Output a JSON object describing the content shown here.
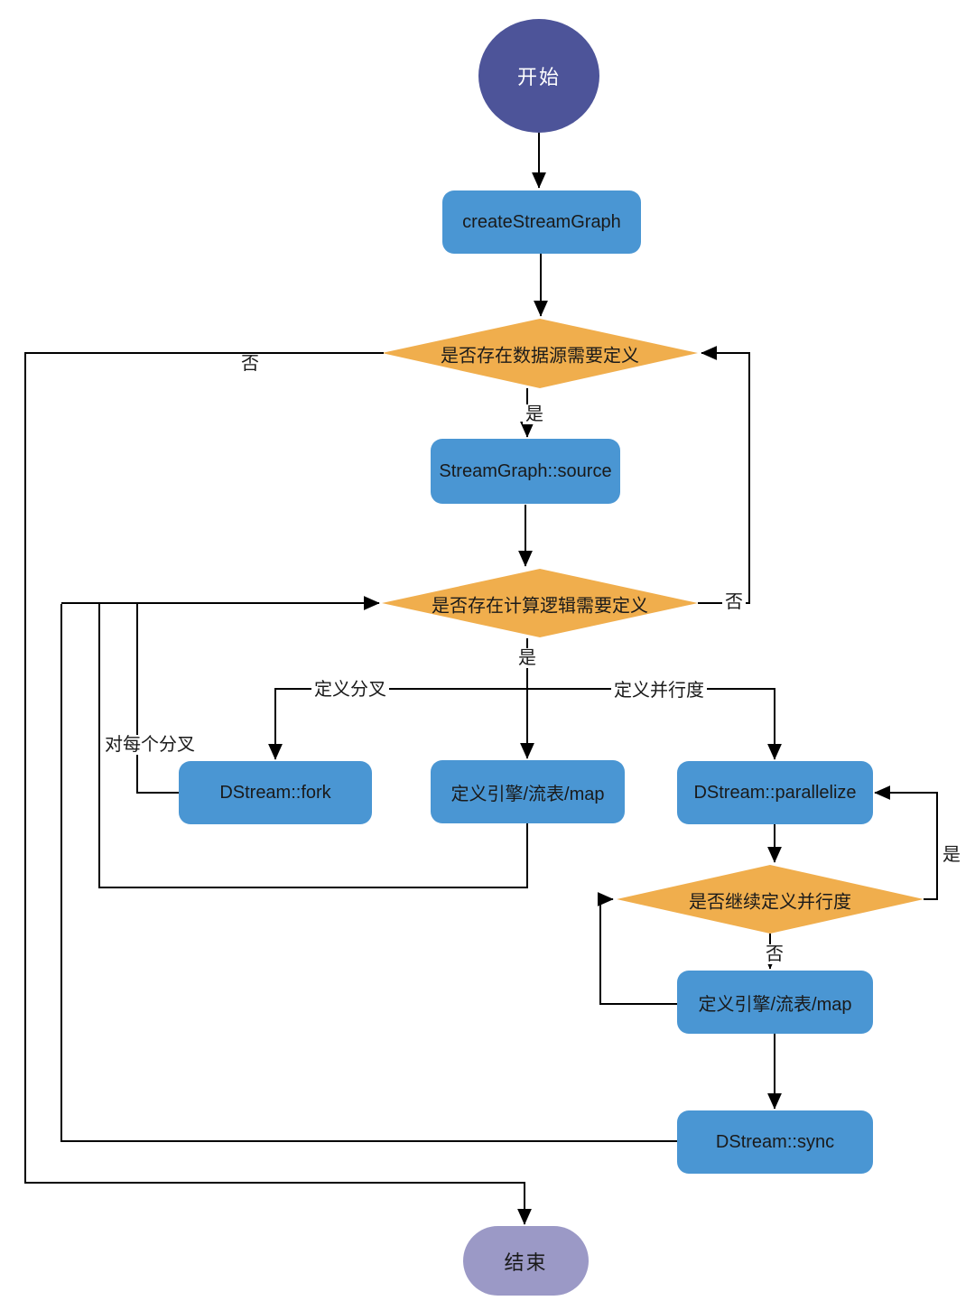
{
  "diagram": {
    "type": "flowchart",
    "colors": {
      "process_fill": "#4a96d3",
      "decision_fill": "#f0ae4d",
      "start_fill": "#4d5499",
      "end_fill": "#9b99c6",
      "line": "#000000",
      "text": "#1a1a1a",
      "start_text": "#ffffff",
      "background": "#ffffff"
    },
    "nodes": {
      "start": {
        "label": "开始",
        "shape": "circle"
      },
      "create_stream_graph": {
        "label": "createStreamGraph",
        "shape": "process"
      },
      "has_datasource": {
        "label": "是否存在数据源需要定义",
        "shape": "decision"
      },
      "stream_graph_source": {
        "label": "StreamGraph::source",
        "shape": "process"
      },
      "has_compute_logic": {
        "label": "是否存在计算逻辑需要定义",
        "shape": "decision"
      },
      "dstream_fork": {
        "label": "DStream::fork",
        "shape": "process"
      },
      "define_engine_map_1": {
        "label": "定义引擎/流表/map",
        "shape": "process"
      },
      "dstream_parallelize": {
        "label": "DStream::parallelize",
        "shape": "process"
      },
      "continue_parallelism": {
        "label": "是否继续定义并行度",
        "shape": "decision"
      },
      "define_engine_map_2": {
        "label": "定义引擎/流表/map",
        "shape": "process"
      },
      "dstream_sync": {
        "label": "DStream::sync",
        "shape": "process"
      },
      "end": {
        "label": "结束",
        "shape": "terminal"
      }
    },
    "edges": [
      {
        "from": "start",
        "to": "create_stream_graph",
        "label": ""
      },
      {
        "from": "create_stream_graph",
        "to": "has_datasource",
        "label": ""
      },
      {
        "from": "has_datasource",
        "to": "stream_graph_source",
        "label": "是"
      },
      {
        "from": "stream_graph_source",
        "to": "has_compute_logic",
        "label": ""
      },
      {
        "from": "has_compute_logic",
        "to": "define_engine_map_1",
        "label": "是"
      },
      {
        "from": "has_compute_logic",
        "to": "dstream_fork",
        "label": "定义分叉"
      },
      {
        "from": "has_compute_logic",
        "to": "dstream_parallelize",
        "label": "定义并行度"
      },
      {
        "from": "has_datasource",
        "to": "end",
        "label": "否"
      },
      {
        "from": "has_compute_logic",
        "to": "has_datasource",
        "label": "否"
      },
      {
        "from": "dstream_fork",
        "to": "has_compute_logic",
        "label": "对每个分叉"
      },
      {
        "from": "define_engine_map_1",
        "to": "has_compute_logic",
        "label": ""
      },
      {
        "from": "dstream_sync",
        "to": "has_compute_logic",
        "label": ""
      },
      {
        "from": "dstream_parallelize",
        "to": "continue_parallelism",
        "label": ""
      },
      {
        "from": "continue_parallelism",
        "to": "dstream_parallelize",
        "label": "是"
      },
      {
        "from": "continue_parallelism",
        "to": "define_engine_map_2",
        "label": "否"
      },
      {
        "from": "define_engine_map_2",
        "to": "continue_parallelism",
        "label": ""
      },
      {
        "from": "define_engine_map_2",
        "to": "dstream_sync",
        "label": ""
      }
    ]
  }
}
